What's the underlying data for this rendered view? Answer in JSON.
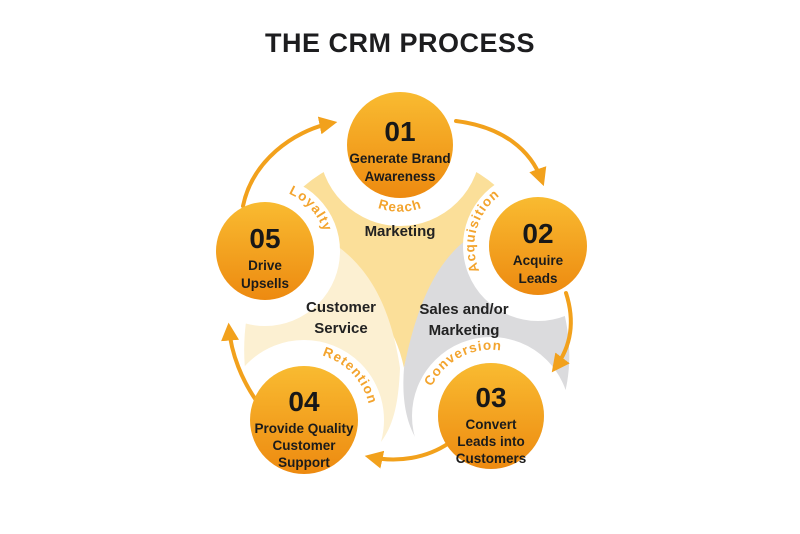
{
  "title": "THE CRM PROCESS",
  "nodes": [
    {
      "number": "01",
      "line1": "Generate Brand",
      "line2": "Awareness",
      "line3": "",
      "arc_label": "Reach"
    },
    {
      "number": "02",
      "line1": "Acquire",
      "line2": "Leads",
      "line3": "",
      "arc_label": "Acquisition"
    },
    {
      "number": "03",
      "line1": "Convert",
      "line2": "Leads into",
      "line3": "Customers",
      "arc_label": "Conversion"
    },
    {
      "number": "04",
      "line1": "Provide Quality",
      "line2": "Customer",
      "line3": "Support",
      "arc_label": "Retention"
    },
    {
      "number": "05",
      "line1": "Drive",
      "line2": "Upsells",
      "line3": "",
      "arc_label": "Loyalty"
    }
  ],
  "regions": [
    {
      "line1": "Marketing",
      "line2": ""
    },
    {
      "line1": "Sales and/or",
      "line2": "Marketing"
    },
    {
      "line1": "Customer",
      "line2": "Service"
    }
  ],
  "colors": {
    "accent": "#f2a11c",
    "arc_label": "#f3a42e",
    "circle_top": "#f9bb31",
    "circle_bottom": "#ed8a10",
    "wedge_yellow": "#fbdf99",
    "wedge_gray": "#dbdbdd",
    "wedge_cream": "#fcf0d2",
    "text_dark": "#1d1d1f",
    "background": "#ffffff"
  }
}
